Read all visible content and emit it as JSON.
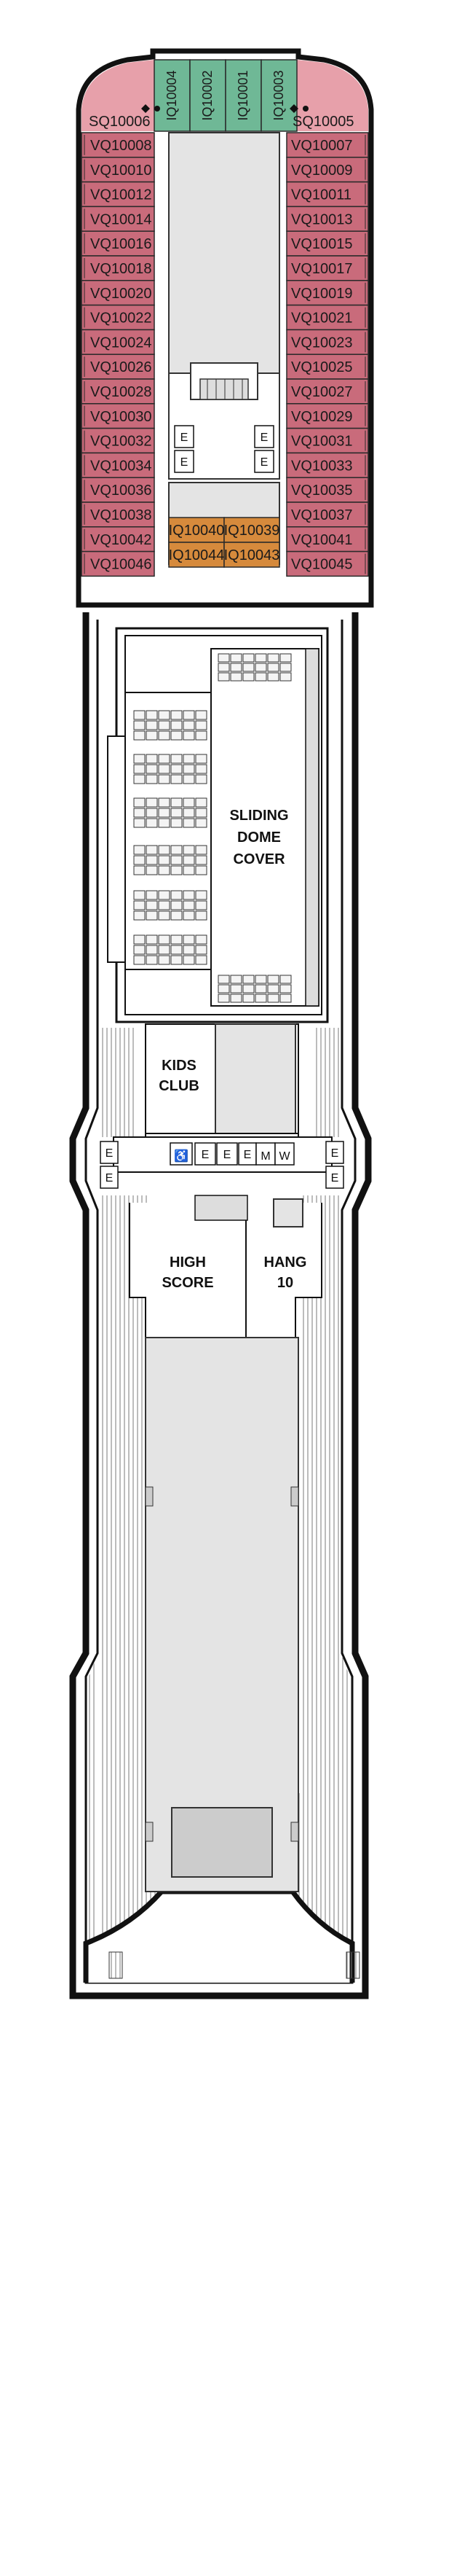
{
  "cabins": {
    "top_green": [
      "IQ10004",
      "IQ10002",
      "IQ10001",
      "IQ10003"
    ],
    "suites": {
      "left": "SQ10006",
      "right": "SQ10005"
    },
    "left_column": [
      "VQ10008",
      "VQ10010",
      "VQ10012",
      "VQ10014",
      "VQ10016",
      "VQ10018",
      "VQ10020",
      "VQ10022",
      "VQ10024",
      "VQ10026",
      "VQ10028",
      "VQ10030",
      "VQ10032",
      "VQ10034",
      "VQ10036",
      "VQ10038",
      "VQ10042",
      "VQ10046"
    ],
    "right_column": [
      "VQ10007",
      "VQ10009",
      "VQ10011",
      "VQ10013",
      "VQ10015",
      "VQ10017",
      "VQ10019",
      "VQ10021",
      "VQ10023",
      "VQ10025",
      "VQ10027",
      "VQ10029",
      "VQ10031",
      "VQ10033",
      "VQ10035",
      "VQ10037",
      "VQ10041",
      "VQ10045"
    ],
    "interior_orange": [
      "IQ10040",
      "IQ10039",
      "IQ10044",
      "IQ10043"
    ]
  },
  "rooms": {
    "dome_line1": "SLIDING",
    "dome_line2": "DOME",
    "dome_line3": "COVER",
    "kids_line1": "KIDS",
    "kids_line2": "CLUB",
    "high_line1": "HIGH",
    "high_line2": "SCORE",
    "hang_line1": "HANG",
    "hang_line2": "10"
  },
  "symbols": {
    "elevator": "E",
    "men": "M",
    "women": "W",
    "accessible": "♿"
  },
  "colors": {
    "balcony_cabin": "#c96b7b",
    "suite": "#e7a0aa",
    "interior_top": "#6fb896",
    "interior_mid": "#d68a3c",
    "public_area": "#e4e4e4"
  }
}
